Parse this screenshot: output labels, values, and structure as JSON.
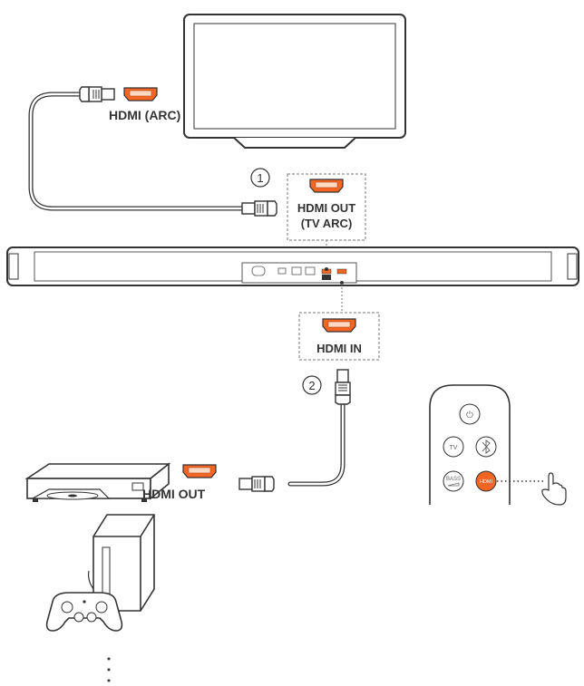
{
  "labels": {
    "tv_port": "HDMI (ARC)",
    "soundbar_out_line1": "HDMI OUT",
    "soundbar_out_line2": "(TV ARC)",
    "soundbar_in": "HDMI IN",
    "player_out": "HDMI OUT"
  },
  "steps": {
    "one": "1",
    "two": "2"
  },
  "remote": {
    "buttons": [
      {
        "name": "power",
        "label": "⏻"
      },
      {
        "name": "tv",
        "label": "TV"
      },
      {
        "name": "bluetooth",
        "label": "ʙ"
      },
      {
        "name": "bass",
        "label": "BASS"
      },
      {
        "name": "hdmi",
        "label": "HDMI"
      }
    ]
  },
  "colors": {
    "accent": "#f26522",
    "line": "#333333",
    "dash": "#777777"
  }
}
